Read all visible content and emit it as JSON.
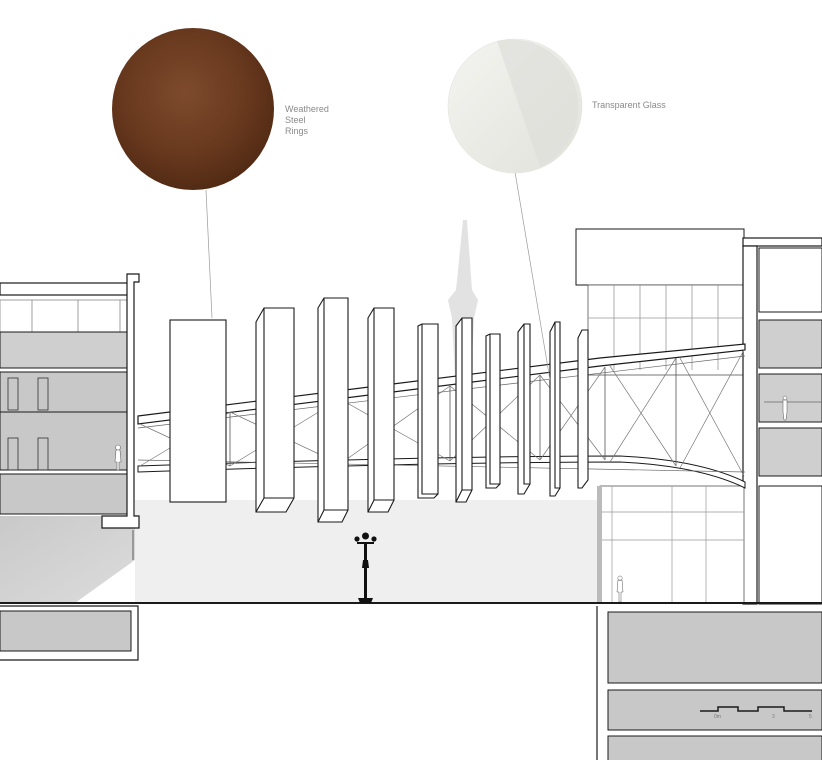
{
  "materials": [
    {
      "name": "Weathered Steel Rings",
      "lines": [
        "Weathered",
        "Steel",
        "Rings"
      ],
      "color": "#6b3a1f",
      "icon": "rust-texture-swatch"
    },
    {
      "name": "Transparent Glass",
      "lines": [
        "Transparent Glass"
      ],
      "color": "#eeeeea",
      "icon": "glass-swatch"
    }
  ],
  "scale_bar": {
    "labels": [
      "0m",
      "3",
      "5"
    ]
  },
  "colors": {
    "wall": "#c8c8c8",
    "line": "#1a1a1a",
    "ground": "#efefef",
    "steel": "#6b3a1f"
  }
}
